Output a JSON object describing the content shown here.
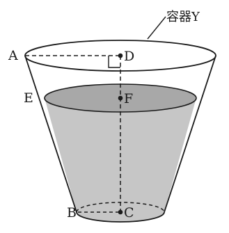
{
  "title": "容器Y",
  "points": {
    "A": "A",
    "B": "B",
    "C": "C",
    "D": "D",
    "E": "E",
    "F": "F"
  },
  "colors": {
    "ink": "#1a1a1a",
    "water_fill": "#c6c6c6",
    "water_surface": "#a8a8a8",
    "background": "#ffffff"
  }
}
